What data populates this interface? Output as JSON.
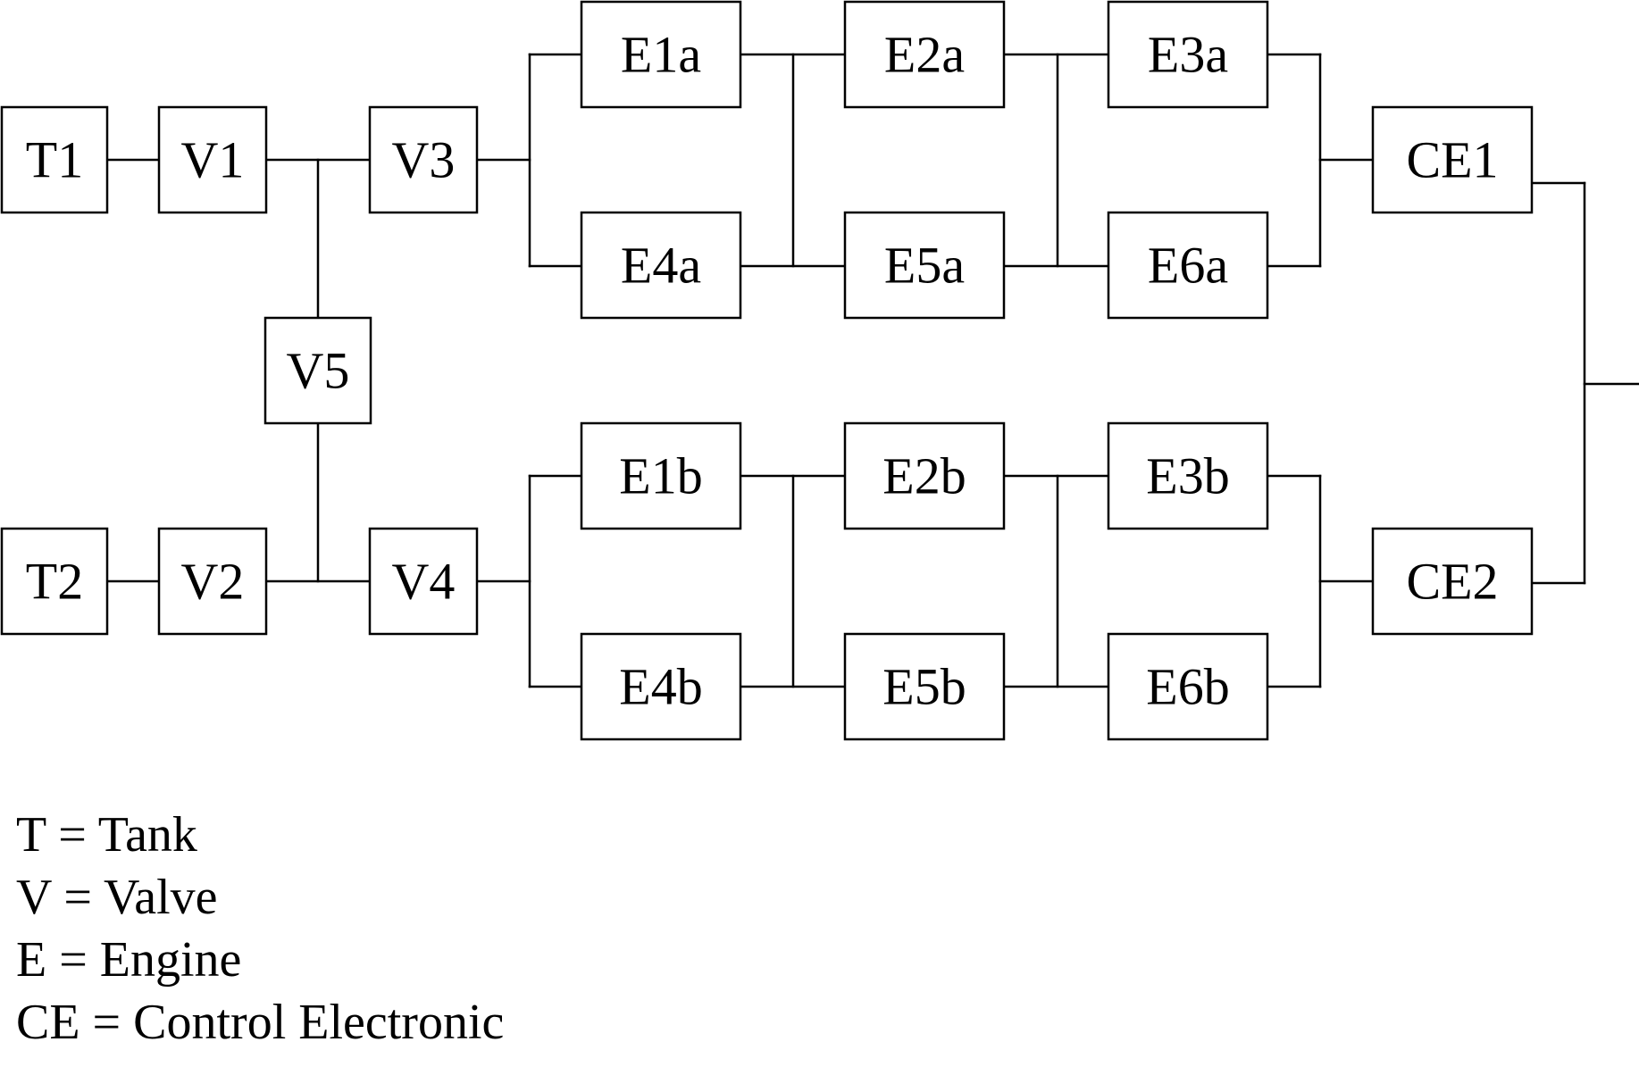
{
  "diagram": {
    "blocks": {
      "T1": "T1",
      "V1": "V1",
      "V3": "V3",
      "V5": "V5",
      "T2": "T2",
      "V2": "V2",
      "V4": "V4",
      "E1a": "E1a",
      "E2a": "E2a",
      "E3a": "E3a",
      "E4a": "E4a",
      "E5a": "E5a",
      "E6a": "E6a",
      "E1b": "E1b",
      "E2b": "E2b",
      "E3b": "E3b",
      "E4b": "E4b",
      "E5b": "E5b",
      "E6b": "E6b",
      "CE1": "CE1",
      "CE2": "CE2"
    }
  },
  "legend": [
    "T = Tank",
    "V = Valve",
    "E = Engine",
    "CE = Control Electronic"
  ]
}
